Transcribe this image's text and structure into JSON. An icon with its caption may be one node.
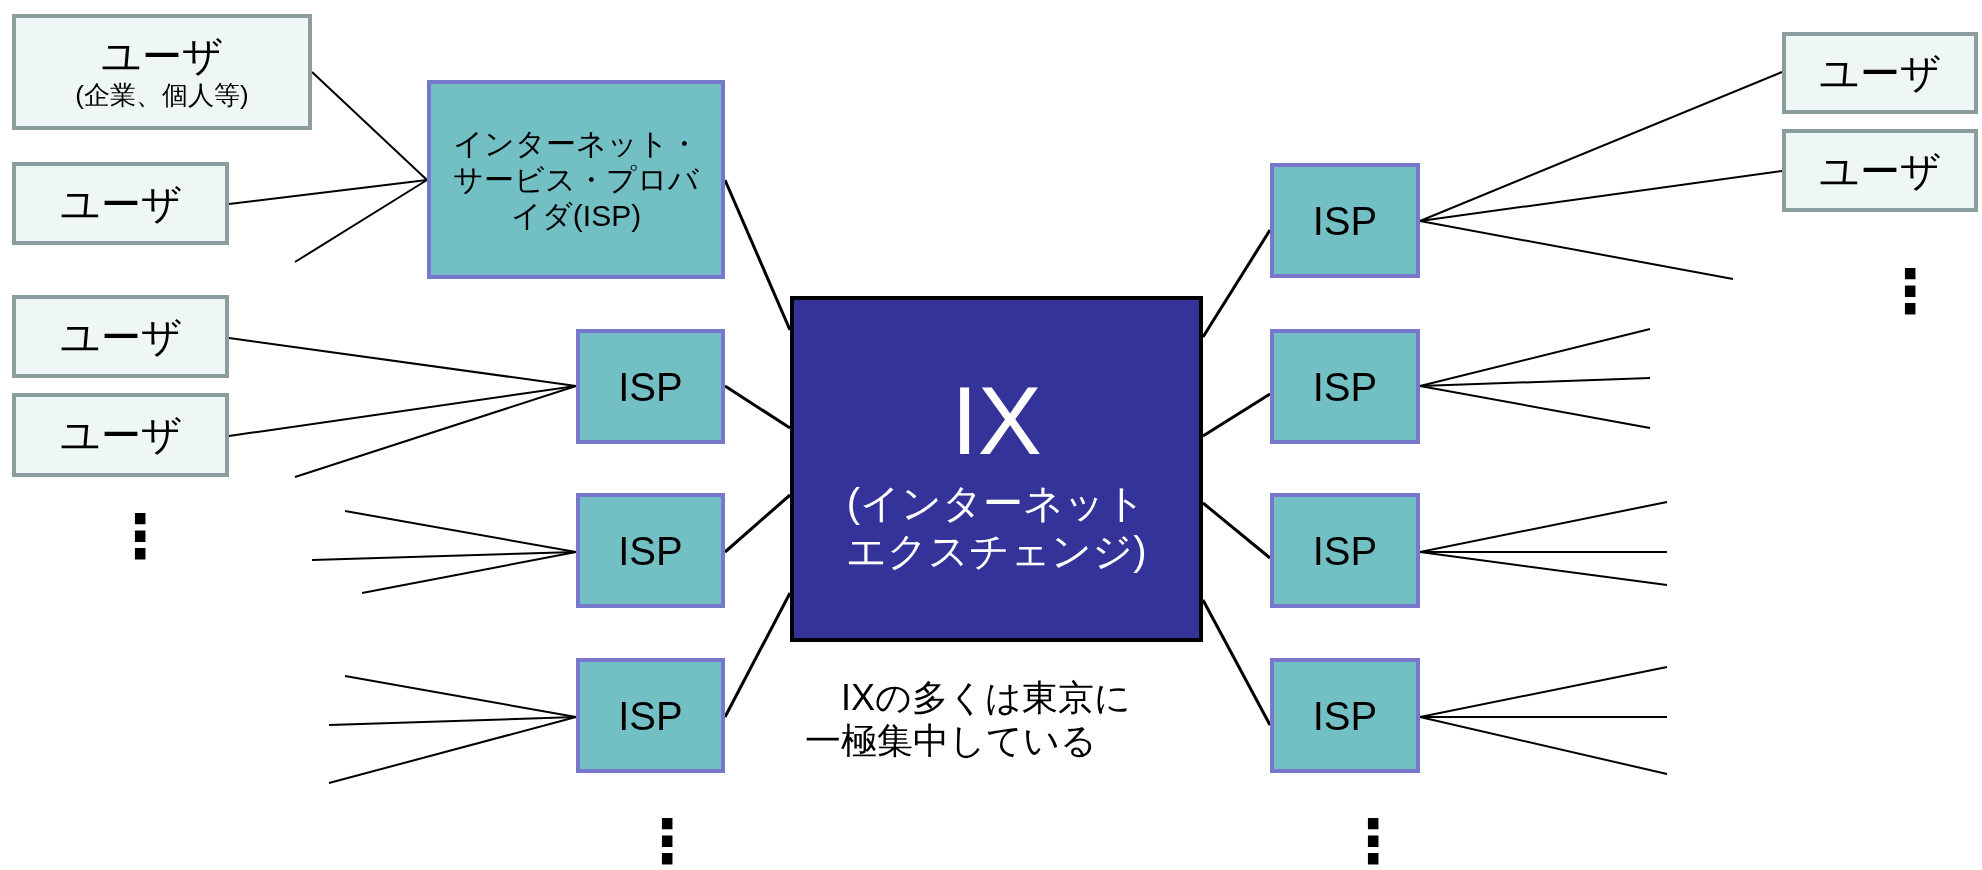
{
  "diagram": {
    "nodes": [
      {
        "text": [
          "ユーザ",
          "(企業、個人等)"
        ]
      },
      {
        "text": [
          "ユーザ"
        ]
      },
      {
        "text": [
          "インターネット・サービス・プロバイダ(ISP)"
        ]
      },
      {
        "text": [
          "ユーザ"
        ]
      },
      {
        "text": [
          "ユーザ"
        ]
      },
      {
        "text": [
          "ISP"
        ]
      },
      {
        "text": [
          "ISP"
        ]
      },
      {
        "text": [
          "ISP"
        ]
      },
      {
        "text": [
          "IX",
          "(インターネットエクスチェンジ)"
        ]
      },
      {
        "text": [
          "ISP"
        ]
      },
      {
        "text": [
          "ISP"
        ]
      },
      {
        "text": [
          "ISP"
        ]
      },
      {
        "text": [
          "ISP"
        ]
      },
      {
        "text": [
          "ユーザ"
        ]
      },
      {
        "text": [
          "ユーザ"
        ]
      }
    ],
    "edges": [
      {
        "from": 0,
        "to": 2,
        "arrow": "none"
      },
      {
        "from": 1,
        "to": 2,
        "arrow": "none"
      },
      {
        "from": null,
        "to": 2,
        "arrow": "none"
      },
      {
        "from": 3,
        "to": 5,
        "arrow": "none"
      },
      {
        "from": 4,
        "to": 5,
        "arrow": "none"
      },
      {
        "from": null,
        "to": 5,
        "arrow": "none"
      },
      {
        "from": null,
        "to": 6,
        "arrow": "none"
      },
      {
        "from": null,
        "to": 6,
        "arrow": "none"
      },
      {
        "from": null,
        "to": 6,
        "arrow": "none"
      },
      {
        "from": null,
        "to": 7,
        "arrow": "none"
      },
      {
        "from": null,
        "to": 7,
        "arrow": "none"
      },
      {
        "from": null,
        "to": 7,
        "arrow": "none"
      },
      {
        "from": 2,
        "to": 8,
        "arrow": "none"
      },
      {
        "from": 5,
        "to": 8,
        "arrow": "none"
      },
      {
        "from": 6,
        "to": 8,
        "arrow": "none"
      },
      {
        "from": 7,
        "to": 8,
        "arrow": "none"
      },
      {
        "from": 8,
        "to": 9,
        "arrow": "none"
      },
      {
        "from": 8,
        "to": 10,
        "arrow": "none"
      },
      {
        "from": 8,
        "to": 11,
        "arrow": "none"
      },
      {
        "from": 8,
        "to": 12,
        "arrow": "none"
      },
      {
        "from": 9,
        "to": 13,
        "arrow": "none"
      },
      {
        "from": 9,
        "to": 14,
        "arrow": "none"
      },
      {
        "from": 9,
        "to": null,
        "arrow": "none"
      },
      {
        "from": 10,
        "to": null,
        "arrow": "none"
      },
      {
        "from": 10,
        "to": null,
        "arrow": "none"
      },
      {
        "from": 10,
        "to": null,
        "arrow": "none"
      },
      {
        "from": 11,
        "to": null,
        "arrow": "none"
      },
      {
        "from": 11,
        "to": null,
        "arrow": "none"
      },
      {
        "from": 11,
        "to": null,
        "arrow": "none"
      },
      {
        "from": 12,
        "to": null,
        "arrow": "none"
      },
      {
        "from": 12,
        "to": null,
        "arrow": "none"
      },
      {
        "from": 12,
        "to": null,
        "arrow": "none"
      }
    ],
    "labels": [
      "⋮",
      "⋮",
      "IXの多くは東京に一極集中している",
      "⋮",
      "⋮"
    ]
  }
}
